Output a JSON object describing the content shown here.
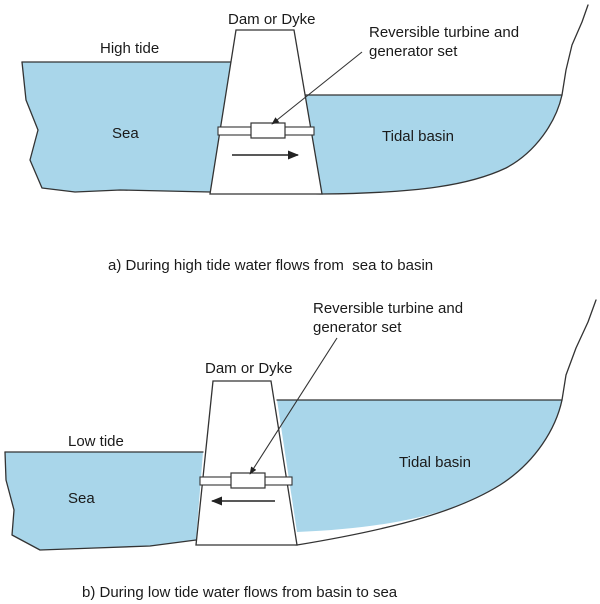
{
  "panel_a": {
    "dam_label": "Dam or Dyke",
    "turbine_label_line1": "Reversible turbine and",
    "turbine_label_line2": "generator set",
    "tide_label": "High tide",
    "sea_label": "Sea",
    "basin_label": "Tidal basin",
    "caption": "a) During high tide water flows from  sea to basin",
    "flow_direction": "sea-to-basin"
  },
  "panel_b": {
    "dam_label": "Dam or Dyke",
    "turbine_label_line1": "Reversible turbine and",
    "turbine_label_line2": "generator set",
    "tide_label": "Low tide",
    "sea_label": "Sea",
    "basin_label": "Tidal basin",
    "caption": "b) During low tide water flows from basin to sea",
    "flow_direction": "basin-to-sea"
  },
  "colors": {
    "water": "#a9d6ea",
    "outline": "#333333"
  }
}
